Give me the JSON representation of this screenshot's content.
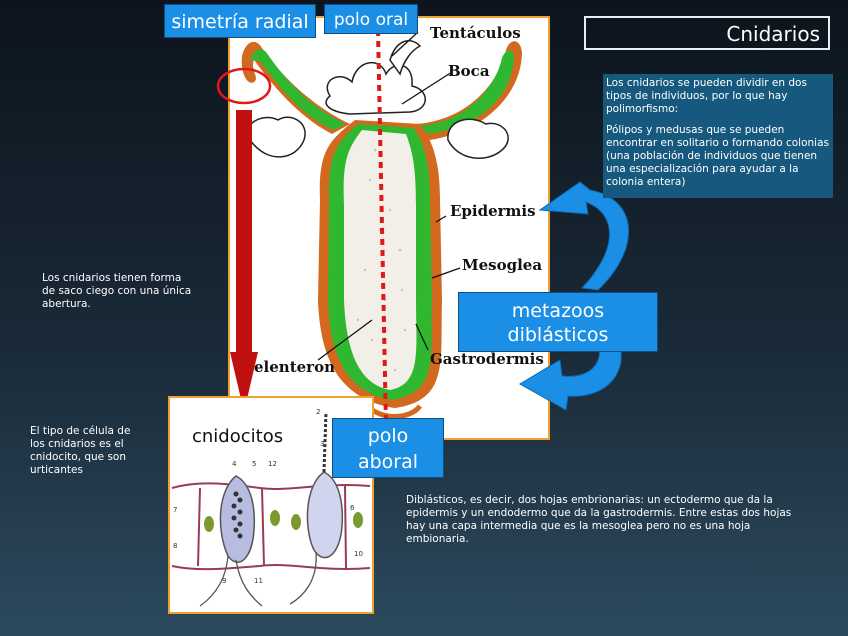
{
  "title": "Cnidarios",
  "labels": {
    "simetria": "simetría radial",
    "polo_oral": "polo oral",
    "metazoos_line1": "metazoos",
    "metazoos_line2": "diblásticos",
    "polo_aboral_line1": "polo",
    "polo_aboral_line2": "aboral",
    "cnidocitos": "cnidocitos"
  },
  "anatomy": {
    "tentaculos": "Tentáculos",
    "boca": "Boca",
    "epidermis": "Epidermis",
    "mesoglea": "Mesoglea",
    "gastrodermis": "Gastrodermis",
    "celenteron": "elenteron"
  },
  "texts": {
    "info_p1": "Los cnidarios se pueden dividir en dos tipos de individuos, por lo que hay polimorfismo:",
    "info_p2": "Pólipos y medusas que se pueden encontrar en solitario o formando colonias (una población de individuos que tienen una especialización para ayudar a la colonia entera)",
    "saco": "Los cnidarios tienen forma de saco ciego con una única abertura.",
    "cnidocito": "El tipo de célula de los cnidarios es el cnidocito, que son urticantes",
    "diblasticos": "Diblásticos, es decir, dos hojas embrionarias: un ectodermo que da la epidermis y un endodermo que da la gastrodermis. Entre estas dos hojas hay una capa intermedia que es la mesoglea pero no es una hoja embionaria."
  },
  "figure_numbers": [
    "2",
    "3",
    "4",
    "5",
    "6",
    "7",
    "8",
    "9",
    "10",
    "11",
    "12"
  ],
  "colors": {
    "accent_blue": "#1b8fe6",
    "info_bg": "#17597e",
    "frame_orange": "#f0a030",
    "epidermis": "#d2691e",
    "gastrodermis": "#2fb82f",
    "arrow_red": "#c01010"
  }
}
